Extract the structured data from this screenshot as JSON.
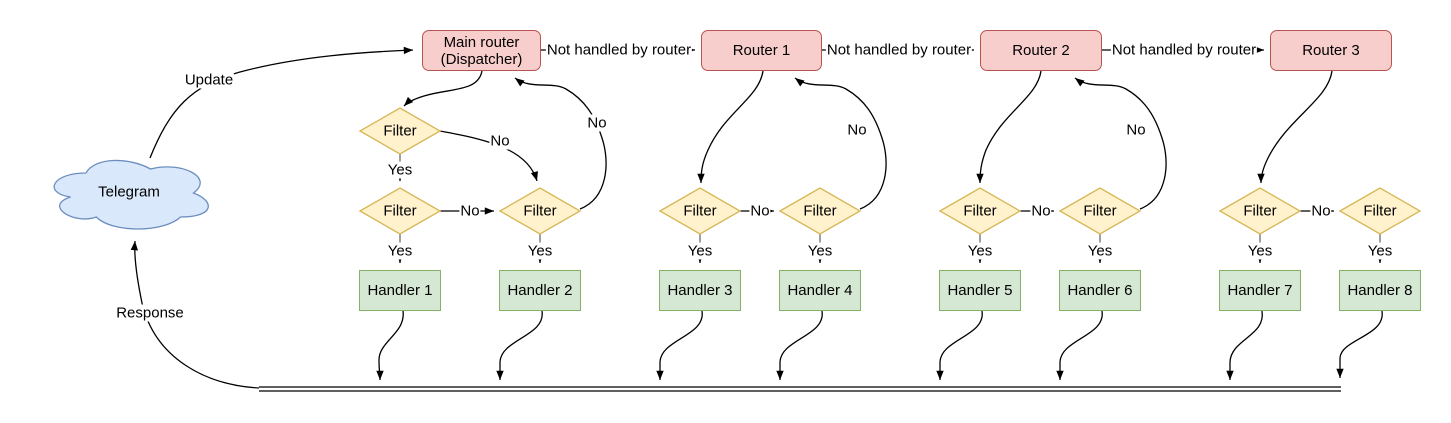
{
  "nodes": {
    "telegram": "Telegram",
    "routers": [
      {
        "label": "Main router\n(Dispatcher)"
      },
      {
        "label": "Router 1"
      },
      {
        "label": "Router 2"
      },
      {
        "label": "Router 3"
      }
    ],
    "filter": "Filter",
    "handlers": [
      "Handler 1",
      "Handler 2",
      "Handler 3",
      "Handler 4",
      "Handler 5",
      "Handler 6",
      "Handler 7",
      "Handler 8"
    ]
  },
  "edges": {
    "update": "Update",
    "response": "Response",
    "not_handled": "Not handled by router",
    "yes": "Yes",
    "no": "No"
  },
  "colors": {
    "router_fill": "#f8cecc",
    "router_stroke": "#b85450",
    "filter_fill": "#fff2cc",
    "filter_stroke": "#d6b656",
    "handler_fill": "#d5e8d4",
    "handler_stroke": "#82b366",
    "cloud_fill": "#dae8fc",
    "cloud_stroke": "#6c8ebf",
    "edge": "#000000"
  }
}
